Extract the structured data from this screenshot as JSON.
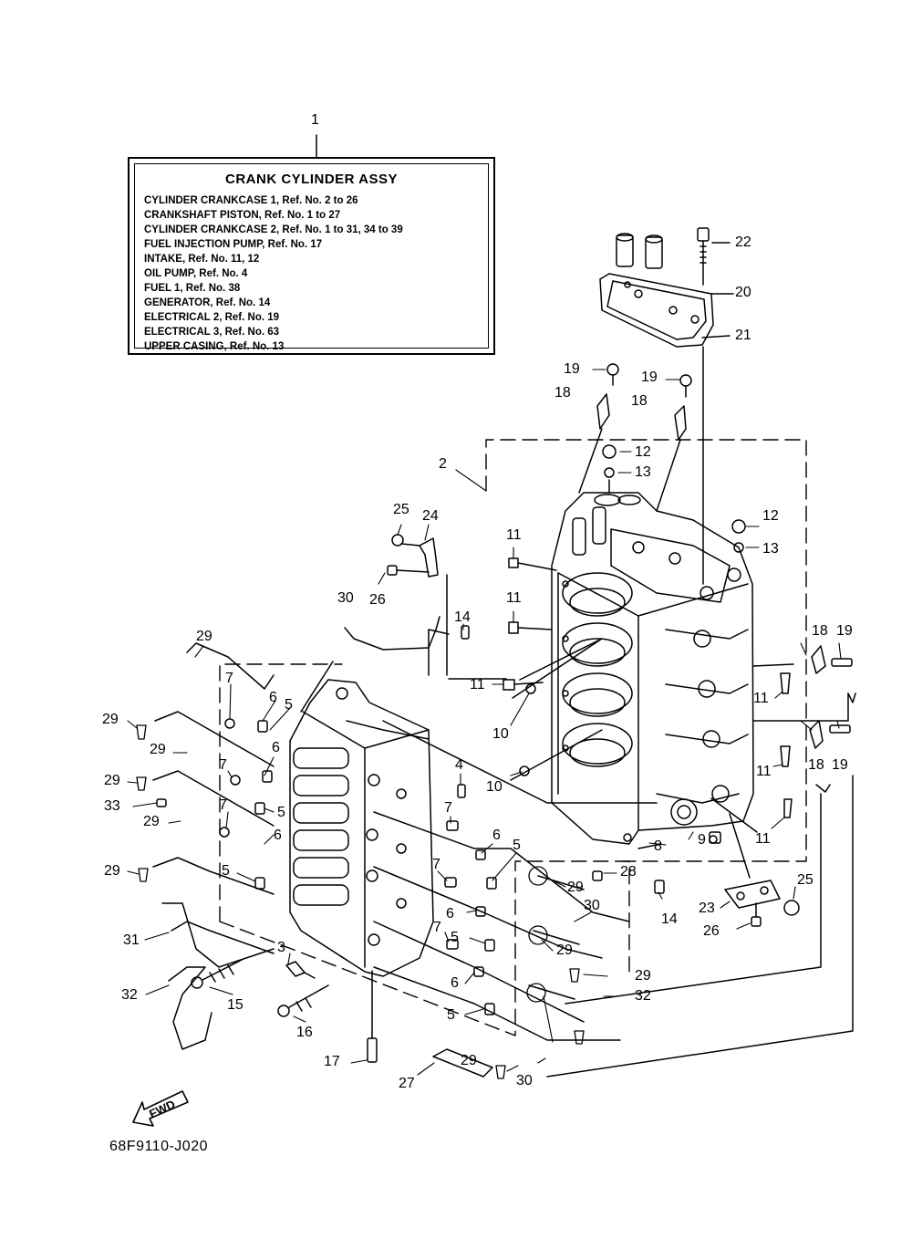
{
  "legend": {
    "ref_number": "1",
    "title": "CRANK CYLINDER ASSY",
    "items": [
      "CYLINDER CRANKCASE 1,  Ref. No. 2 to 26",
      "CRANKSHAFT PISTON,  Ref. No. 1 to 27",
      "CYLINDER CRANKCASE 2,  Ref. No. 1 to 31, 34 to 39",
      "FUEL INJECTION PUMP,  Ref. No. 17",
      "INTAKE,  Ref. No. 11, 12",
      "OIL PUMP,  Ref. No. 4",
      "FUEL 1,  Ref. No. 38",
      "GENERATOR,  Ref. No. 14",
      "ELECTRICAL 2,  Ref. No. 19",
      "ELECTRICAL 3,  Ref. No. 63",
      "UPPER CASING,  Ref. No. 13"
    ]
  },
  "callouts": [
    "22",
    "20",
    "21",
    "19",
    "18",
    "19",
    "18",
    "12",
    "13",
    "12",
    "13",
    "2",
    "25",
    "24",
    "26",
    "30",
    "11",
    "11",
    "14",
    "11",
    "10",
    "10",
    "29",
    "7",
    "6",
    "5",
    "29",
    "29",
    "6",
    "29",
    "7",
    "5",
    "33",
    "7",
    "29",
    "6",
    "29",
    "5",
    "4",
    "7",
    "6",
    "5",
    "7",
    "6",
    "5",
    "7",
    "6",
    "5",
    "28",
    "29",
    "14",
    "30",
    "25",
    "23",
    "26",
    "29",
    "31",
    "3",
    "29",
    "32",
    "32",
    "15",
    "16",
    "17",
    "29",
    "27",
    "30",
    "18",
    "19",
    "11",
    "18",
    "19",
    "11",
    "11",
    "8",
    "9"
  ],
  "fwd_label": "FWD",
  "model_code": "68F9110-J020"
}
